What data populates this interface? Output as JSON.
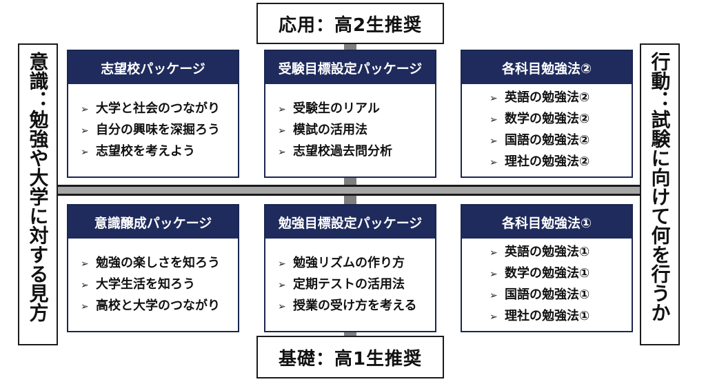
{
  "labels": {
    "top": "応用：高2生推奨",
    "bottom": "基礎：高1生推奨",
    "left": "意識：勉強や大学に対する見方",
    "right": "行動：試験に向けて何を行うか"
  },
  "bullet": "➢",
  "packages": {
    "top_left": {
      "title": "志望校パッケージ",
      "items": [
        "大学と社会のつながり",
        "自分の興味を深掘ろう",
        "志望校を考えよう"
      ]
    },
    "top_mid": {
      "title": "受験目標設定パッケージ",
      "items": [
        "受験生のリアル",
        "模試の活用法",
        "志望校過去問分析"
      ]
    },
    "top_right": {
      "title": "各科目勉強法②",
      "items": [
        "英語の勉強法②",
        "数学の勉強法②",
        "国語の勉強法②",
        "理社の勉強法②"
      ]
    },
    "bottom_left": {
      "title": "意識醸成パッケージ",
      "items": [
        "勉強の楽しさを知ろう",
        "大学生活を知ろう",
        "高校と大学のつながり"
      ]
    },
    "bottom_mid": {
      "title": "勉強目標設定パッケージ",
      "items": [
        "勉強リズムの作り方",
        "定期テストの活用法",
        "授業の受け方を考える"
      ]
    },
    "bottom_right": {
      "title": "各科目勉強法①",
      "items": [
        "英語の勉強法①",
        "数学の勉強法①",
        "国語の勉強法①",
        "理社の勉強法①"
      ]
    }
  },
  "colors": {
    "header_bg": "#1f2b5c",
    "axis": "#a6a6a6"
  }
}
